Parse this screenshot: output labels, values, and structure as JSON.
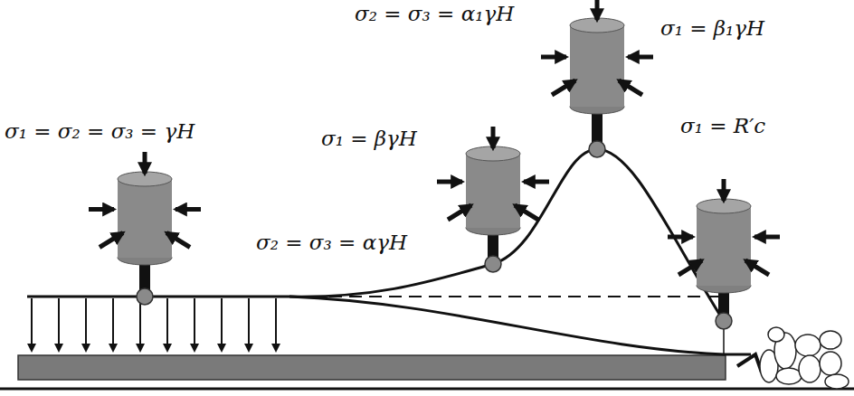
{
  "diagram": {
    "labels": [
      "σ₁ = σ₂ = σ₃ = γH",
      "σ₁ = βγH",
      "σ₂ = σ₃ = αγH",
      "σ₂ = σ₃ = α₁γH",
      "σ₁ = β₁γH",
      "σ₁ = R′c"
    ]
  }
}
